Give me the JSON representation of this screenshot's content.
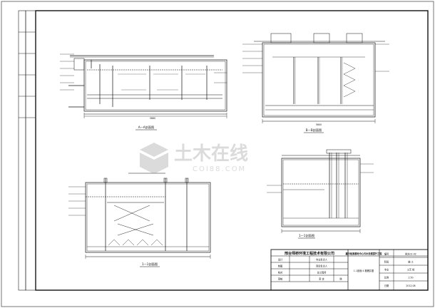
{
  "views": {
    "section_a": {
      "caption": "A—A剖面图",
      "overall_dim": "5860"
    },
    "section_b": {
      "caption": "B—B剖面图",
      "overall_dim": "5600"
    },
    "section_1": {
      "caption": "1—1剖面图"
    },
    "section_2": {
      "caption": "1—1剖面图"
    }
  },
  "watermark": {
    "brand_text": "土木在线",
    "url_text": "COI88.COM"
  },
  "title_block": {
    "company": "邢台师桥环境工程技术有限公司",
    "project": "嘉中检测基地中心污水处理提升工程",
    "drawing_title": "1-1剖面 4 格栅井图",
    "rows": [
      {
        "role": "设计",
        "sign": "专业负责人"
      },
      {
        "role": "制图",
        "sign": "项目负责人"
      },
      {
        "role": "校对",
        "sign": "总工程师"
      },
      {
        "role": "审核",
        "sign": "审 定"
      }
    ],
    "approve_stamp": "院",
    "meta": [
      {
        "label": "编号",
        "value": "排水01-02"
      },
      {
        "label": "阶段",
        "value": "施 工"
      },
      {
        "label": "专业",
        "value": "工艺 给"
      },
      {
        "label": "比例",
        "value": "1:50"
      },
      {
        "label": "日期",
        "value": "2012.08"
      }
    ]
  }
}
